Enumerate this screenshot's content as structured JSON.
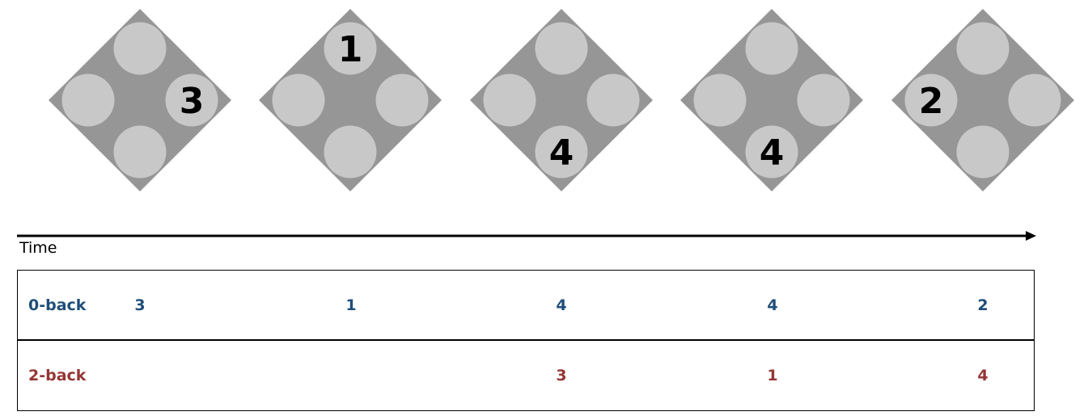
{
  "colors": {
    "diamond": "#969696",
    "circle": "#c8c8c8",
    "zero_back_text": "#1f4e79",
    "two_back_text": "#943634"
  },
  "stimuli": [
    {
      "position": "right",
      "digit": "3"
    },
    {
      "position": "top",
      "digit": "1"
    },
    {
      "position": "bottom",
      "digit": "4"
    },
    {
      "position": "bottom",
      "digit": "4"
    },
    {
      "position": "left",
      "digit": "2"
    }
  ],
  "axis": {
    "label": "Time"
  },
  "table": {
    "rows": [
      {
        "label": "0-back",
        "values": [
          "3",
          "1",
          "4",
          "4",
          "2"
        ]
      },
      {
        "label": "2-back",
        "values": [
          "",
          "",
          "3",
          "1",
          "4"
        ]
      }
    ]
  }
}
